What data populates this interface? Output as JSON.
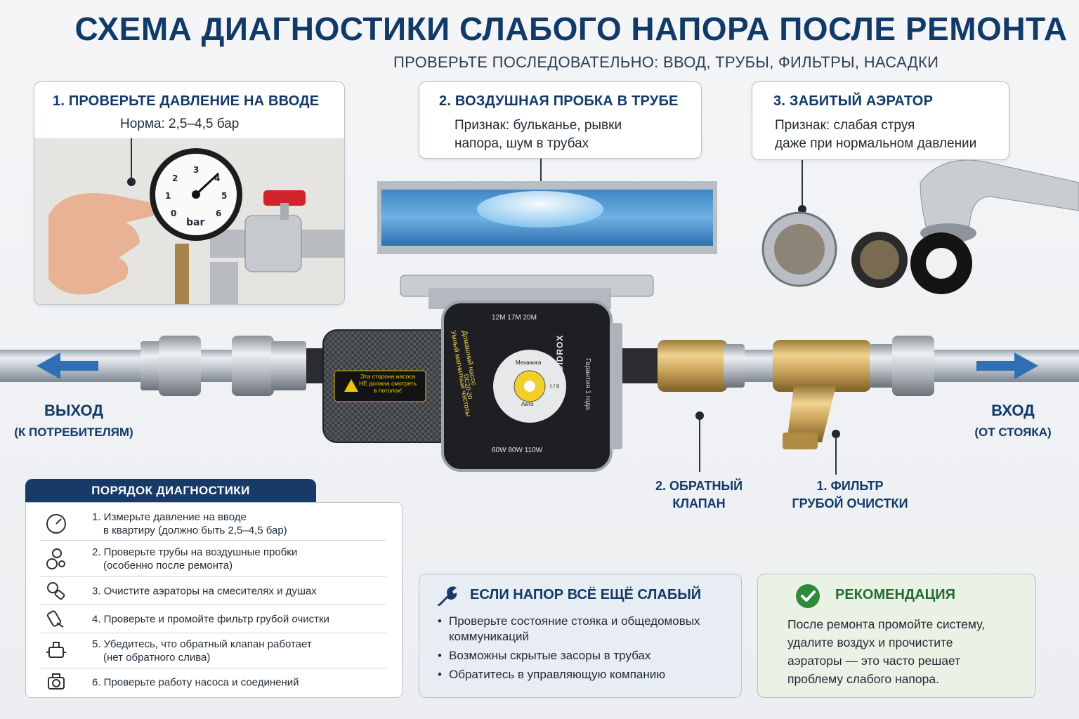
{
  "header": {
    "title": "СХЕМА ДИАГНОСТИКИ СЛАБОГО НАПОРА ПОСЛЕ РЕМОНТА",
    "subtitle": "ПРОВЕРЬТЕ ПОСЛЕДОВАТЕЛЬНО: ВВОД, ТРУБЫ, ФИЛЬТРЫ, НАСАДКИ"
  },
  "checks": [
    {
      "title": "1. ПРОВЕРЬТЕ ДАВЛЕНИЕ НА ВВОДЕ",
      "text": "Норма: 2,5–4,5 бар"
    },
    {
      "title": "2. ВОЗДУШНАЯ ПРОБКА В ТРУБЕ",
      "line1": "Признак: бульканье, рывки",
      "line2": "напора, шум в трубах"
    },
    {
      "title": "3. ЗАБИТЫЙ АЭРАТОР",
      "line1": "Признак: слабая струя",
      "line2": "даже при нормальном давлении"
    }
  ],
  "gauge": {
    "unit": "bar",
    "ticks": [
      "0",
      "1",
      "2",
      "3",
      "4",
      "5",
      "6"
    ]
  },
  "flow": {
    "out_label": "ВЫХОД",
    "out_sub": "(К ПОТРЕБИТЕЛЯМ)",
    "in_label": "ВХОД",
    "in_sub": "(ОТ СТОЯКА)",
    "accent": "#2f6fb5"
  },
  "parts": {
    "valve_l1": "2. ОБРАТНЫЙ",
    "valve_l2": "КЛАПАН",
    "filter_l1": "1. ФИЛЬТР",
    "filter_l2": "ГРУБОЙ ОЧИСТКИ"
  },
  "pump": {
    "brand": "GIDROX",
    "model": "DC20-20",
    "warning_l1": "Эта сторона насоса",
    "warning_l2": "НЕ должна смотреть",
    "warning_l3": "в потолок!",
    "line_a": "Умный магнитный частоты",
    "line_b": "Домашний насос",
    "dial_top": "Механика",
    "dial_bottom": "Авто",
    "dial_side": "I / II",
    "right_l1": "Гарантия 1 года",
    "specs": [
      "12M",
      "17M",
      "20M"
    ],
    "power": [
      "60W",
      "80W",
      "110W"
    ]
  },
  "procedure": {
    "title": "ПОРЯДОК ДИАГНОСТИКИ",
    "steps": [
      {
        "icon": "gauge-icon",
        "l1": "1. Измерьте давление на вводе",
        "l2": "в квартиру (должно быть 2,5–4,5 бар)"
      },
      {
        "icon": "bubbles-icon",
        "l1": "2. Проверьте трубы на воздушные пробки",
        "l2": "(особенно после ремонта)"
      },
      {
        "icon": "aerator-icon",
        "l1": "3. Очистите аэраторы на смесителях и душах",
        "l2": ""
      },
      {
        "icon": "filter-icon",
        "l1": "4. Проверьте и промойте фильтр грубой очистки",
        "l2": ""
      },
      {
        "icon": "valve-icon",
        "l1": "5. Убедитесь, что обратный клапан работает",
        "l2": "(нет обратного слива)"
      },
      {
        "icon": "pump-icon",
        "l1": "6. Проверьте работу насоса и соединений",
        "l2": ""
      }
    ]
  },
  "weak": {
    "title": "ЕСЛИ НАПОР ВСЁ ЕЩЁ СЛАБЫЙ",
    "items": [
      "Проверьте состояние стояка и общедомовых коммуникаций",
      "Возможны скрытые засоры в трубах",
      "Обратитесь в управляющую компанию"
    ]
  },
  "recommendation": {
    "title": "РЕКОМЕНДАЦИЯ",
    "l1": "После ремонта промойте систему,",
    "l2": "удалите воздух и прочистите",
    "l3": "аэраторы — это часто решает",
    "l4": "проблему слабого напора.",
    "accent": "#2e8b3a"
  }
}
